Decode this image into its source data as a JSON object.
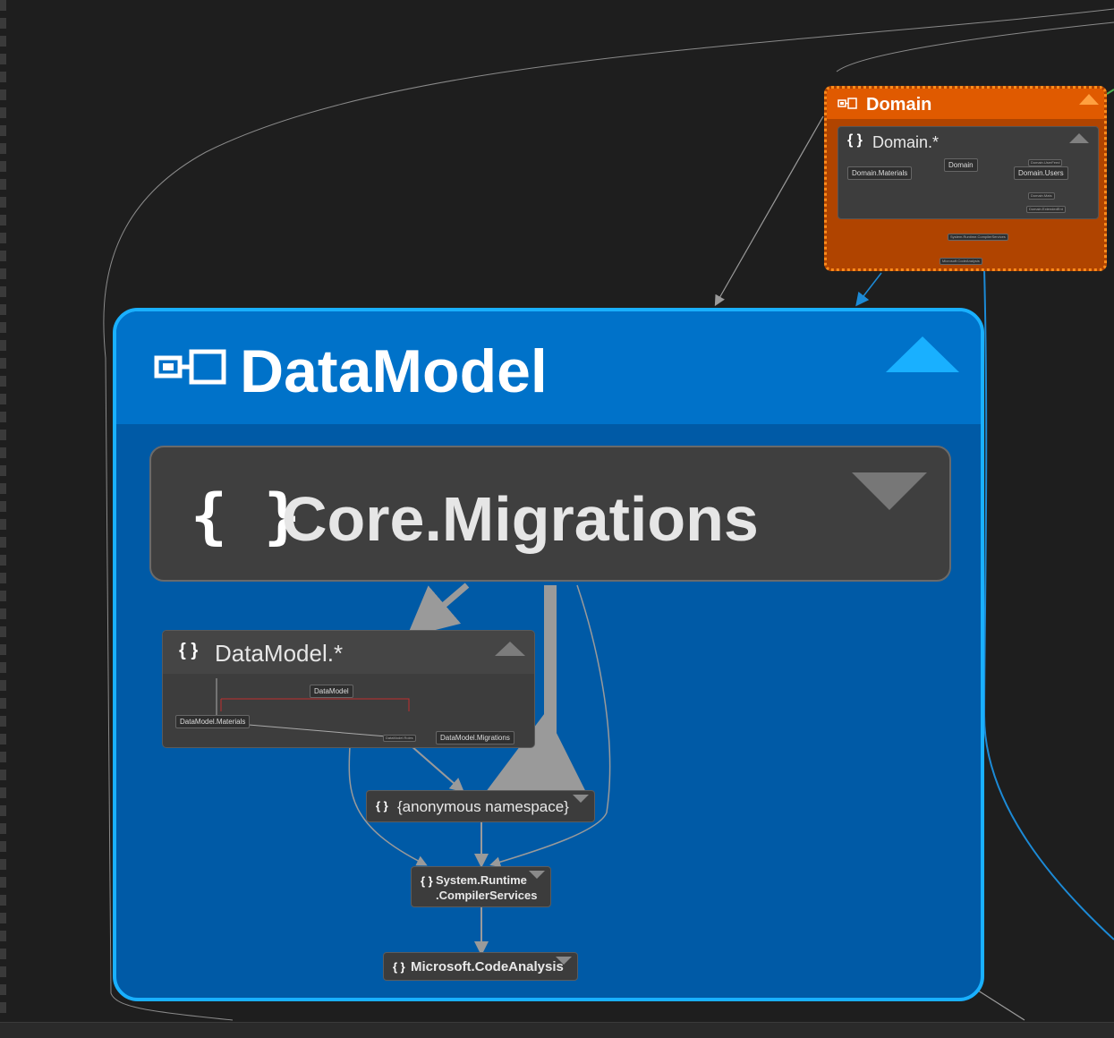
{
  "graph": {
    "domain": {
      "title": "Domain",
      "namespace": "Domain.*",
      "children": {
        "domain": "Domain",
        "materials": "Domain.Materials",
        "users": "Domain.Users",
        "toolbar_top": "Domain.UserFeed",
        "users_sub1": "Domain.Mats",
        "users_sub2": "Domain.ExtendedEnt",
        "compiler": "System.Runtime.CompilerServices",
        "codeanalysis": "Microsoft.CodeAnalysis"
      }
    },
    "datamodel": {
      "title": "DataModel",
      "core_namespace": "Core.Migrations",
      "namespace_group": {
        "title": "DataModel.*",
        "children": {
          "datamodel": "DataModel",
          "materials": "DataModel.Materials",
          "migrations": "DataModel.Migrations",
          "roles": "DataModel.Roles"
        }
      },
      "anonymous": "{anonymous namespace}",
      "compiler_line1": "System.Runtime",
      "compiler_line2": ".CompilerServices",
      "codeanalysis": "Microsoft.CodeAnalysis"
    },
    "brace": "{ }",
    "colors": {
      "background": "#1e1e1e",
      "datamodel_fill": "#005aa6",
      "datamodel_border": "#19b0ff",
      "domain_fill": "#b04400",
      "domain_border": "#ff8c1a",
      "edge_blue": "#1c8ad6",
      "edge_gray": "#9a9a9a"
    }
  }
}
